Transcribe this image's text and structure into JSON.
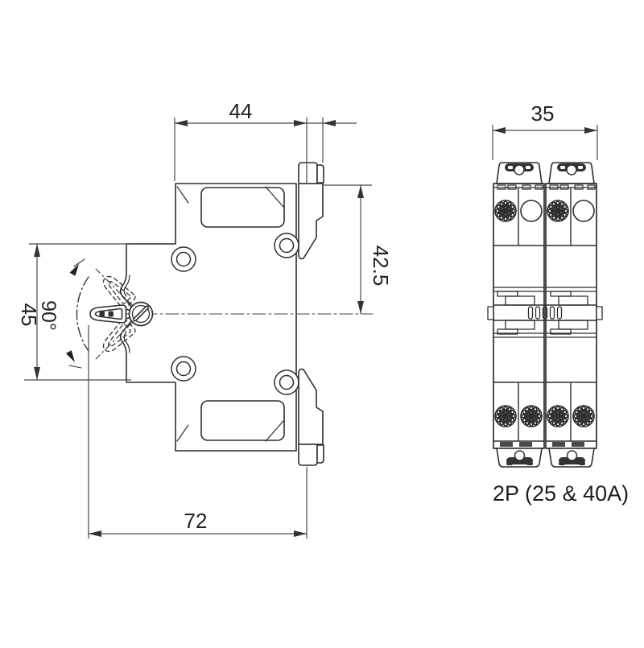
{
  "drawing": {
    "side_view": {
      "width_top": "44",
      "height_right": "42.5",
      "height_left": "45",
      "width_bottom": "72",
      "lever_angle": "90°"
    },
    "front_view": {
      "width_top": "35",
      "caption": "2P (25 & 40A)"
    },
    "colors": {
      "line": "#2e2e2e",
      "dim_line": "#4a4a4a",
      "text": "#222222",
      "background": "#ffffff"
    }
  }
}
